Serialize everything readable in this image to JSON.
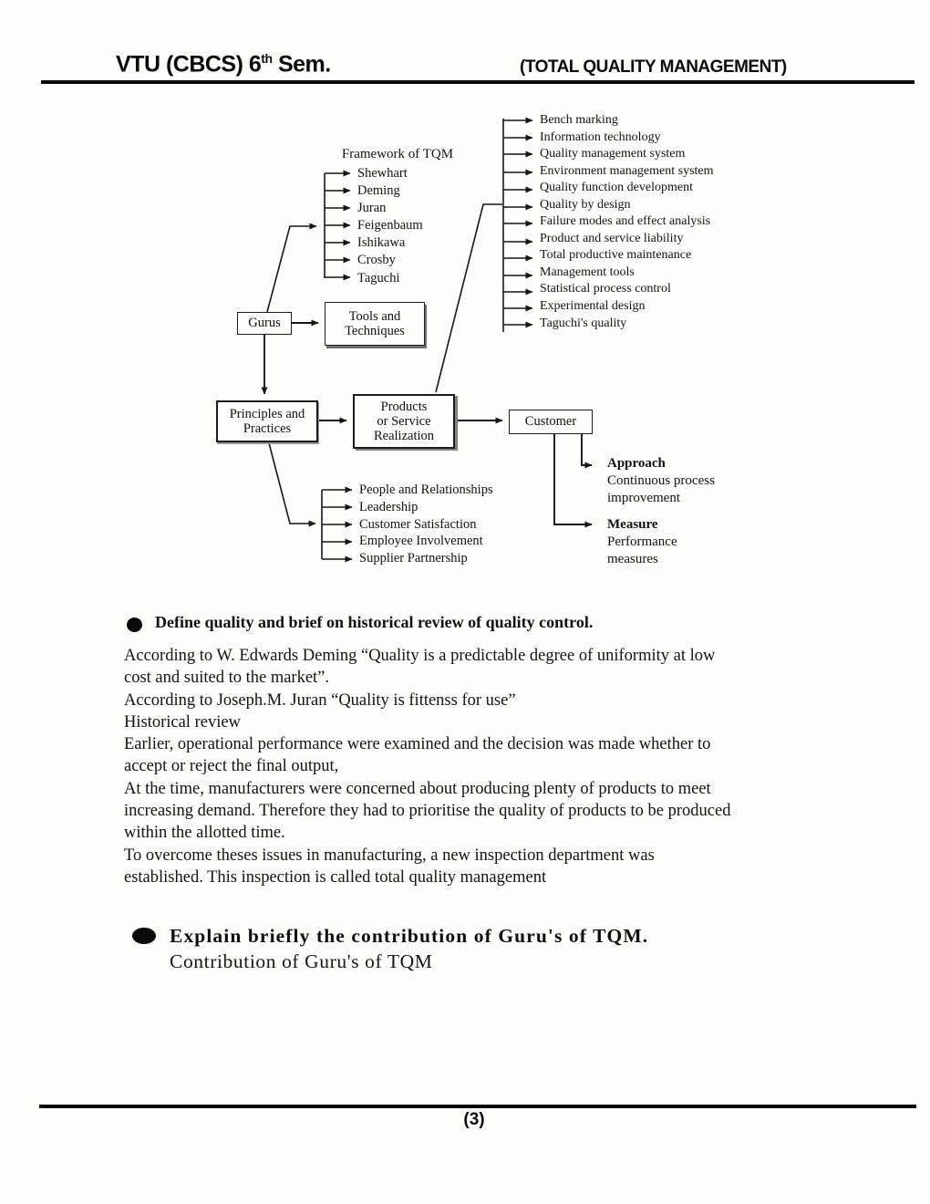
{
  "header": {
    "title_main": "VTU (CBCS) 6",
    "title_sup": "th",
    "title_tail": " Sem.",
    "subject": "(TOTAL QUALITY MANAGEMENT)"
  },
  "diagram": {
    "framework_label": "Framework of TQM",
    "boxes": {
      "gurus": "Gurus",
      "tools": "Tools and\nTechniques",
      "principles": "Principles and\nPractices",
      "products": "Products\nor Service\nRealization",
      "customer": "Customer"
    },
    "gurus": [
      "Shewhart",
      "Deming",
      "Juran",
      "Feigenbaum",
      "Ishikawa",
      "Crosby",
      "Taguchi"
    ],
    "tools": [
      "Bench marking",
      "Information technology",
      "Quality management system",
      "Environment management system",
      "Quality function development",
      "Quality by design",
      "Failure modes and effect analysis",
      "Product and service liability",
      "Total productive maintenance",
      "Management tools",
      "Statistical process control",
      "Experimental design",
      "Taguchi's quality"
    ],
    "principles": [
      "People and Relationships",
      "Leadership",
      "Customer Satisfaction",
      "Employee Involvement",
      "Supplier Partnership"
    ],
    "customer_outputs": {
      "approach_title": "Approach",
      "approach_lines": "Continuous process\nimprovement",
      "measure_title": "Measure",
      "measure_lines": "Performance\nmeasures"
    },
    "line_color": "#161616"
  },
  "sections": {
    "q1": "Define quality and brief on historical review of quality control.",
    "body": "According to W. Edwards Deming “Quality is a predictable degree of uniformity at low\ncost and suited to the market”.\nAccording to Joseph.M. Juran “Quality is fittenss for use”\nHistorical review\nEarlier, operational performance were examined and the decision was made whether to\naccept or reject the final output,\nAt the time, manufacturers were concerned about producing plenty of products to meet\nincreasing demand. Therefore they had to prioritise the quality of products to be produced\nwithin the allotted time.\nTo overcome theses issues in manufacturing, a new inspection department was\nestablished. This inspection is called total quality management",
    "q2": "Explain briefly the contribution of Guru's of TQM.",
    "q2_sub": "Contribution of Guru's of TQM"
  },
  "footer": {
    "page": "(3)"
  }
}
